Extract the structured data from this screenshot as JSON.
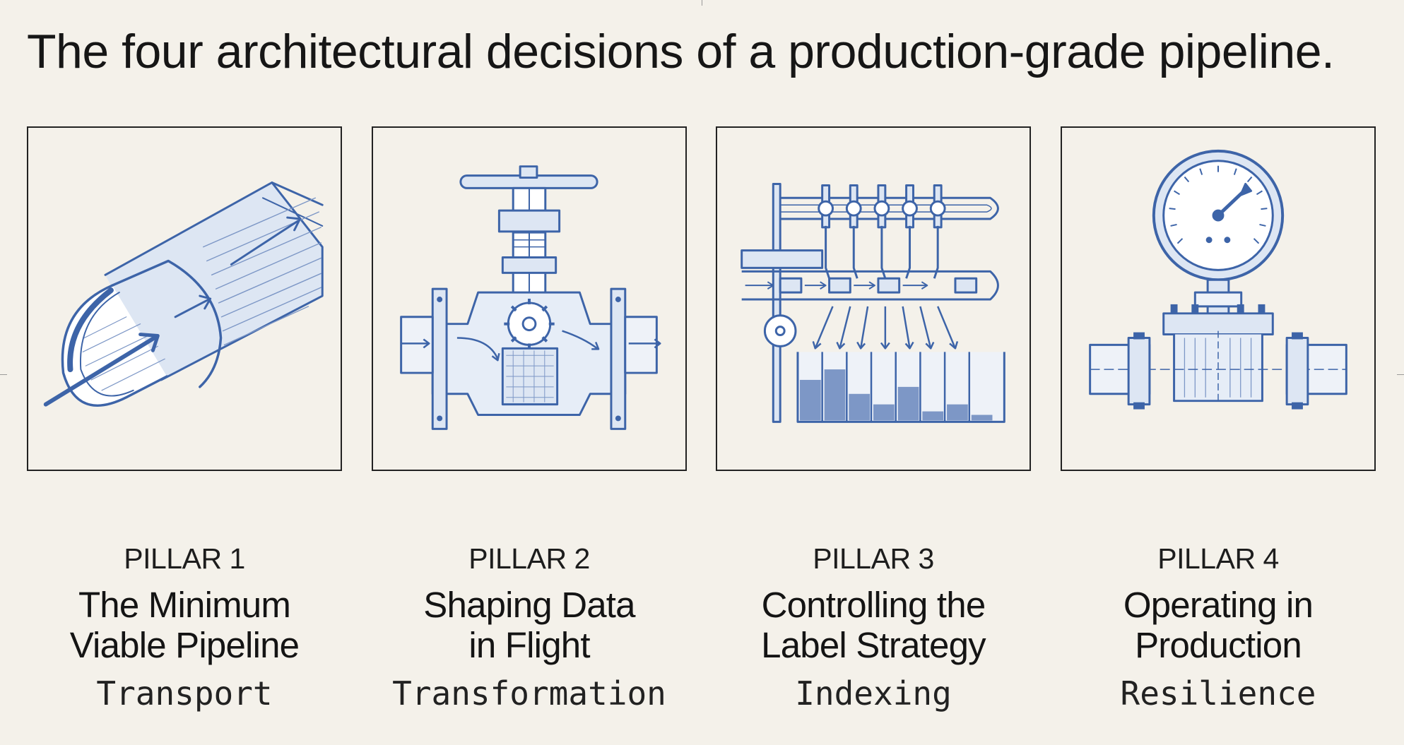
{
  "headline": "The four architectural decisions of a production-grade pipeline.",
  "colors": {
    "background": "#f4f1ea",
    "ink": "#1b1b1b",
    "blueprint": "#3d64a8",
    "blueprint_light": "#b9c9e4"
  },
  "pillars": [
    {
      "number": "PILLAR 1",
      "title_line1": "The Minimum",
      "title_line2": "Viable Pipeline",
      "tag": "Transport",
      "icon": "pipe-cutaway-icon"
    },
    {
      "number": "PILLAR 2",
      "title_line1": "Shaping Data",
      "title_line2": "in Flight",
      "tag": "Transformation",
      "icon": "valve-icon"
    },
    {
      "number": "PILLAR 3",
      "title_line1": "Controlling the",
      "title_line2": "Label Strategy",
      "tag": "Indexing",
      "icon": "sorting-manifold-icon"
    },
    {
      "number": "PILLAR 4",
      "title_line1": "Operating in",
      "title_line2": "Production",
      "tag": "Resilience",
      "icon": "pressure-gauge-icon"
    }
  ]
}
